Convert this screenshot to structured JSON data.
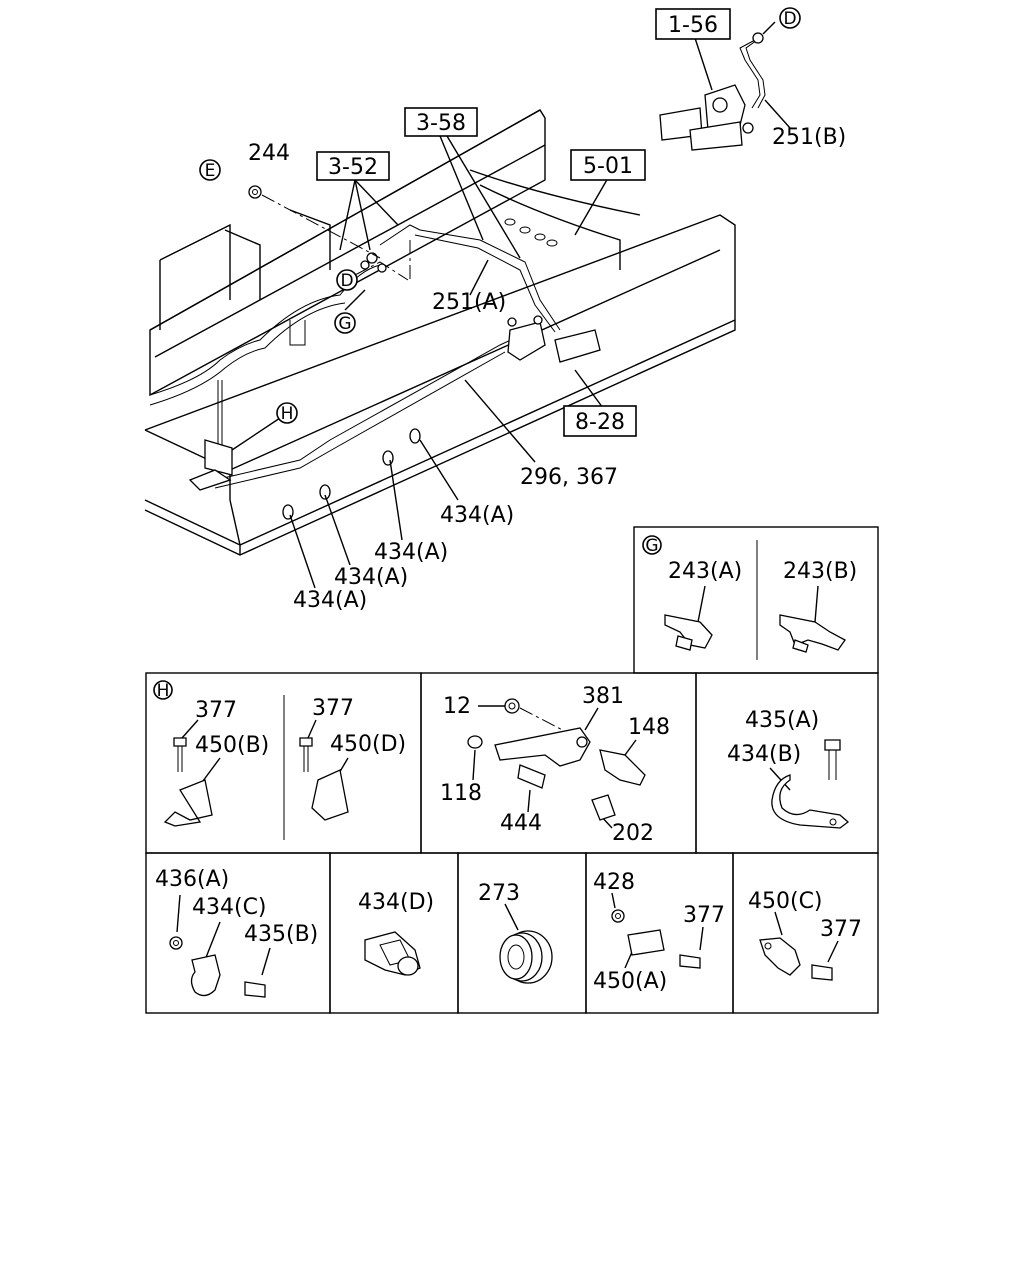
{
  "ref_boxes": {
    "r1_56": "1-56",
    "r3_58": "3-58",
    "r3_52": "3-52",
    "r5_01": "5-01",
    "r8_28": "8-28"
  },
  "callouts": {
    "D": "D",
    "E": "E",
    "G": "G",
    "H": "H"
  },
  "main_labels": {
    "l244": "244",
    "l251b": "251(B)",
    "l251a": "251(A)",
    "l296": "296, 367",
    "l434a_1": "434(A)",
    "l434a_2": "434(A)",
    "l434a_3": "434(A)",
    "l434a_4": "434(A)"
  },
  "panel_g": {
    "callout": "G",
    "left_label": "243(A)",
    "right_label": "243(B)"
  },
  "panel_h": {
    "callout": "H",
    "left_bolt": "377",
    "left_bracket": "450(B)",
    "right_bolt": "377",
    "right_bracket": "450(D)"
  },
  "panel_fitting": {
    "nut": "12",
    "bracket": "381",
    "tee": "148",
    "washer": "118",
    "bolt": "444",
    "clip": "202"
  },
  "panel_clamp_b": {
    "bolt": "435(A)",
    "clamp": "434(B)"
  },
  "panel_clamp_c": {
    "washer": "436(A)",
    "clamp": "434(C)",
    "bolt": "435(B)"
  },
  "panel_clamp_d": {
    "clamp": "434(D)"
  },
  "panel_grommet": {
    "grommet": "273"
  },
  "panel_bracket_a": {
    "nut": "428",
    "bolt": "377",
    "bracket": "450(A)"
  },
  "panel_bracket_c": {
    "bracket": "450(C)",
    "bolt": "377"
  }
}
